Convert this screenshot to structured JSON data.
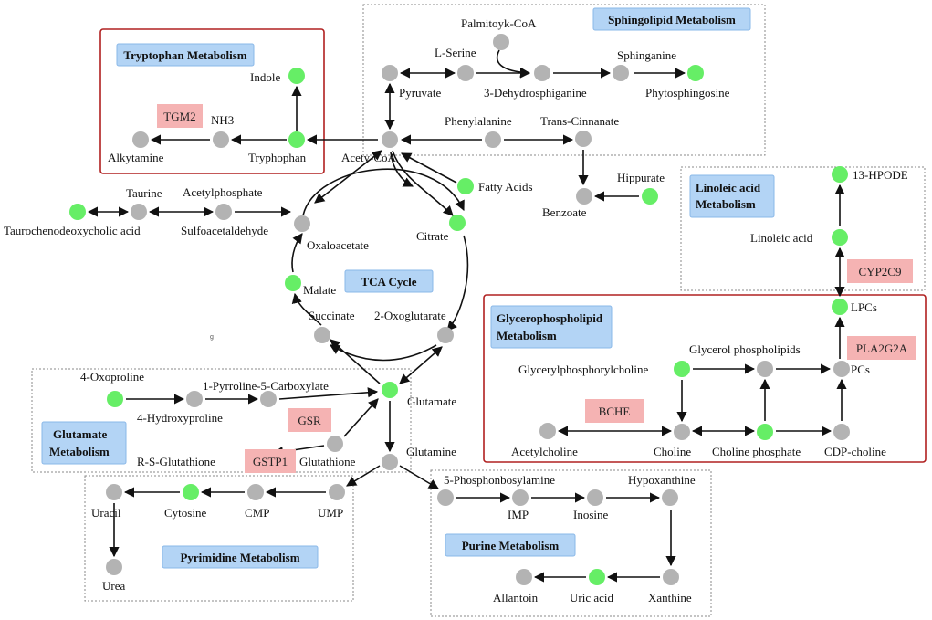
{
  "colors": {
    "measured": "#66ee66",
    "unmeasured": "#b3b3b3",
    "pathway_fill": "#b3d4f5",
    "pathway_stroke": "#8ab8e8",
    "enzyme_fill": "#f5b3b3",
    "highlight_border": "#b02020",
    "dotted_border": "#888888"
  },
  "pathways": {
    "tryptophan": "Tryptophan Metabolism",
    "sphingolipid": "Sphingolipid Metabolism",
    "linoleic_1": "Linoleic acid",
    "linoleic_2": "Metabolism",
    "tca": "TCA Cycle",
    "glycero_1": "Glycerophospholipid",
    "glycero_2": "Metabolism",
    "glutamate_1": "Glutamate",
    "glutamate_2": "Metabolism",
    "pyrimidine": "Pyrimidine Metabolism",
    "purine": "Purine Metabolism"
  },
  "enzymes": {
    "tgm2": "TGM2",
    "cyp2c9": "CYP2C9",
    "pla2g2a": "PLA2G2A",
    "bche": "BCHE",
    "gsr": "GSR",
    "gstp1": "GSTP1"
  },
  "metabolites": {
    "indole": "Indole",
    "nh3": "NH3",
    "alkytamine": "Alkytamine",
    "tryphophan": "Tryphophan",
    "palmitoyk_coa": "Palmitoyk-CoA",
    "l_serine": "L-Serine",
    "sphinganine": "Sphinganine",
    "pyruvate": "Pyruvate",
    "dehydrosphiganine": "3-Dehydrosphiganine",
    "phytosphingosine": "Phytosphingosine",
    "phenylalanine": "Phenylalanine",
    "trans_cinnanate": "Trans-Cinnanate",
    "acety_coa": "Acety-CoA",
    "fatty_acids": "Fatty Acids",
    "hippurate": "Hippurate",
    "benzoate": "Benzoate",
    "hpode": "13-HPODE",
    "linoleic_acid": "Linoleic acid",
    "lpcs": "LPCs",
    "taurine": "Taurine",
    "acetylphosphate": "Acetylphosphate",
    "taurochenodeoxycholic": "Taurochenodeoxycholic acid",
    "sulfoacetaldehyde": "Sulfoacetaldehyde",
    "oxaloacetate": "Oxaloacetate",
    "citrate": "Citrate",
    "malate": "Malate",
    "succinate": "Succinate",
    "oxoglutarate": "2-Oxoglutarate",
    "glycerol_phospholipids": "Glycerol phospholipids",
    "glycerylphosphorylcholine": "Glycerylphosphorylcholine",
    "pcs": "PCs",
    "acetylcholine": "Acetylcholine",
    "choline": "Choline",
    "choline_phosphate": "Choline phosphate",
    "cdp_choline": "CDP-choline",
    "oxoproline": "4-Oxoproline",
    "pyrroline": "1-Pyrroline-5-Carboxylate",
    "hydroxyproline": "4-Hydroxyproline",
    "glutamate": "Glutamate",
    "rs_glutathione": "R-S-Glutathione",
    "glutathione": "Glutathione",
    "glutamine": "Glutamine",
    "uracil": "Uracil",
    "cytosine": "Cytosine",
    "cmp": "CMP",
    "ump": "UMP",
    "urea": "Urea",
    "phosphonobosylamine": "5-Phosphonbosylamine",
    "hypoxanthine": "Hypoxanthine",
    "imp": "IMP",
    "inosine": "Inosine",
    "allantoin": "Allantoin",
    "uric_acid": "Uric acid",
    "xanthine": "Xanthine"
  },
  "stray_mark": "g"
}
